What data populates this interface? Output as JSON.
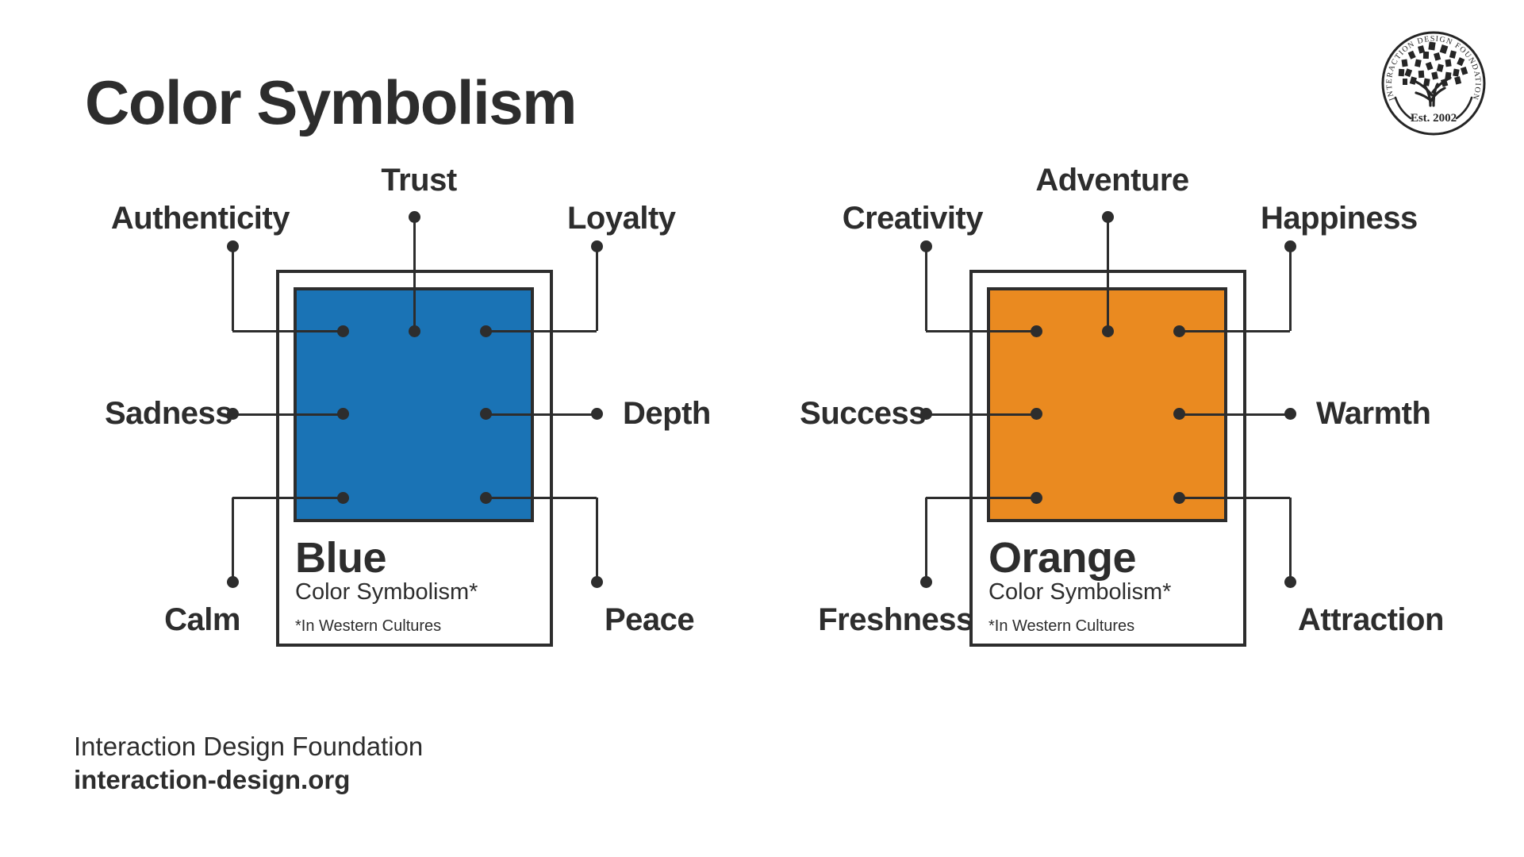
{
  "title": "Color Symbolism",
  "logo": {
    "ring_text": "INTERACTION DESIGN FOUNDATION",
    "est_text": "Est. 2002"
  },
  "cards": [
    {
      "name": "Blue",
      "subtitle": "Color Symbolism*",
      "footnote": "*In Western Cultures",
      "swatch_color": "#1a73b5",
      "labels": {
        "top_center": "Trust",
        "top_left": "Authenticity",
        "top_right": "Loyalty",
        "mid_left": "Sadness",
        "mid_right": "Depth",
        "bottom_left": "Calm",
        "bottom_right": "Peace"
      }
    },
    {
      "name": "Orange",
      "subtitle": "Color Symbolism*",
      "footnote": "*In Western Cultures",
      "swatch_color": "#ea8a20",
      "labels": {
        "top_center": "Adventure",
        "top_left": "Creativity",
        "top_right": "Happiness",
        "mid_left": "Success",
        "mid_right": "Warmth",
        "bottom_left": "Freshness",
        "bottom_right": "Attraction"
      }
    }
  ],
  "footer": {
    "org": "Interaction Design Foundation",
    "url": "interaction-design.org"
  },
  "colors": {
    "ink": "#2d2d2d",
    "blue": "#1a73b5",
    "orange": "#ea8a20",
    "background": "#ffffff"
  }
}
